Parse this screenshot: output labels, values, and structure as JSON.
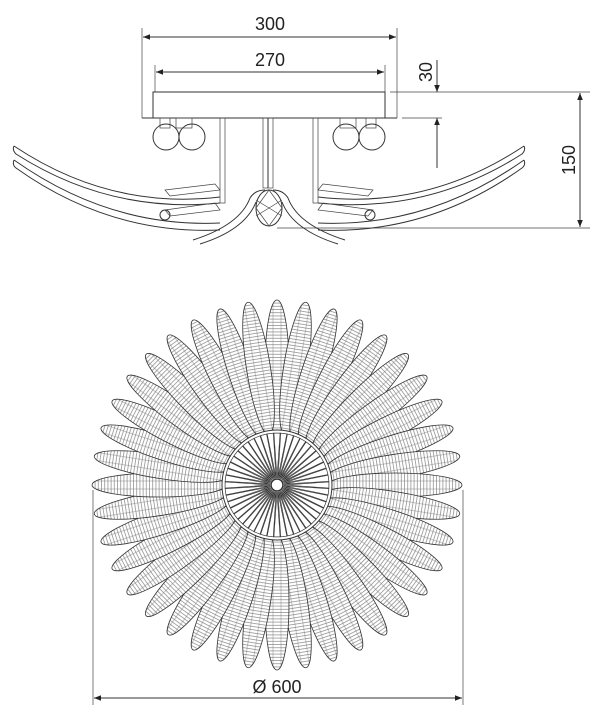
{
  "dimensions": {
    "canopy_width": "300",
    "canopy_inner_width": "270",
    "canopy_height": "30",
    "total_height": "150",
    "diameter": "Ø 600"
  },
  "colors": {
    "line": "#333333",
    "background": "#ffffff"
  },
  "views": [
    "side-view",
    "bottom-view"
  ]
}
